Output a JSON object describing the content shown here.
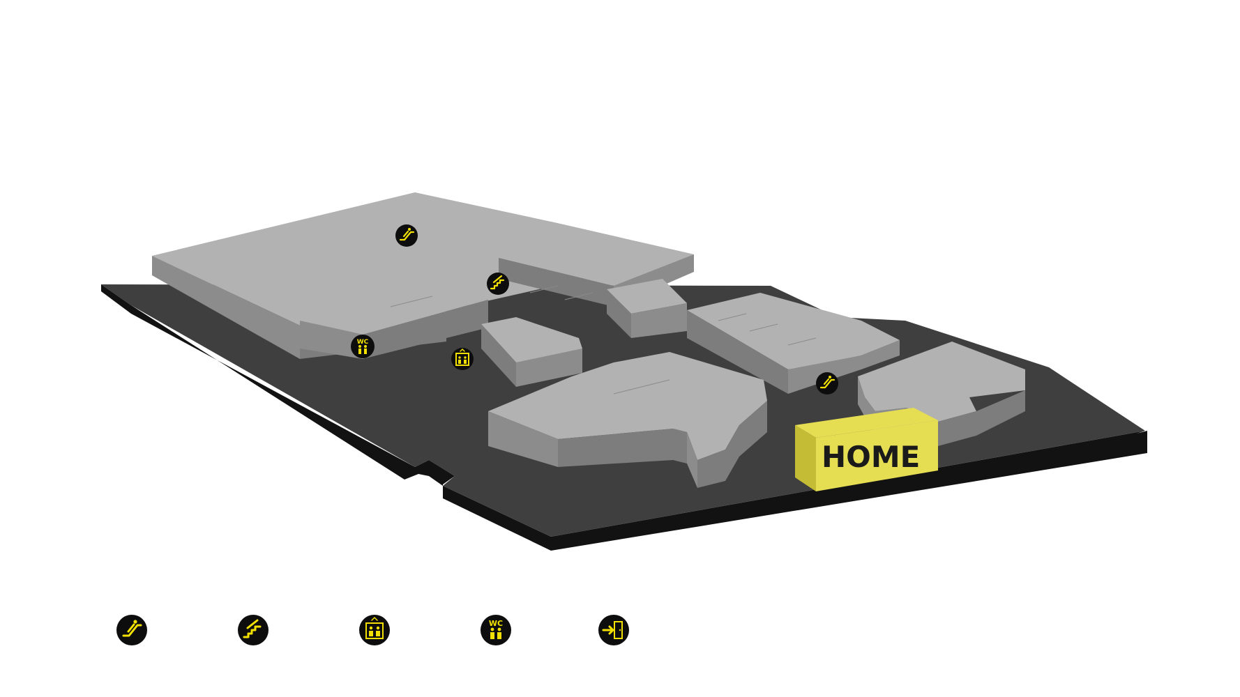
{
  "map": {
    "colors": {
      "floor_top": "#3f3f3f",
      "floor_side": "#121212",
      "building_top": "#b2b2b2",
      "building_side": "#8c8c8c",
      "building_dark": "#7d7d7d",
      "highlight": "#e6de52",
      "highlight_side": "#c4bc35",
      "icon_bg": "#0d0d0d",
      "icon_fg": "#f2e100"
    },
    "highlight_label": "HOME",
    "map_icons": [
      {
        "type": "escalator-icon"
      },
      {
        "type": "stairs-icon"
      },
      {
        "type": "wc-icon",
        "text": "WC"
      },
      {
        "type": "elevator-icon"
      },
      {
        "type": "escalator-icon"
      }
    ]
  },
  "legend": {
    "items": [
      {
        "icon": "escalator-icon"
      },
      {
        "icon": "stairs-icon"
      },
      {
        "icon": "elevator-icon"
      },
      {
        "icon": "wc-icon",
        "text": "WC"
      },
      {
        "icon": "exit-icon"
      }
    ]
  }
}
